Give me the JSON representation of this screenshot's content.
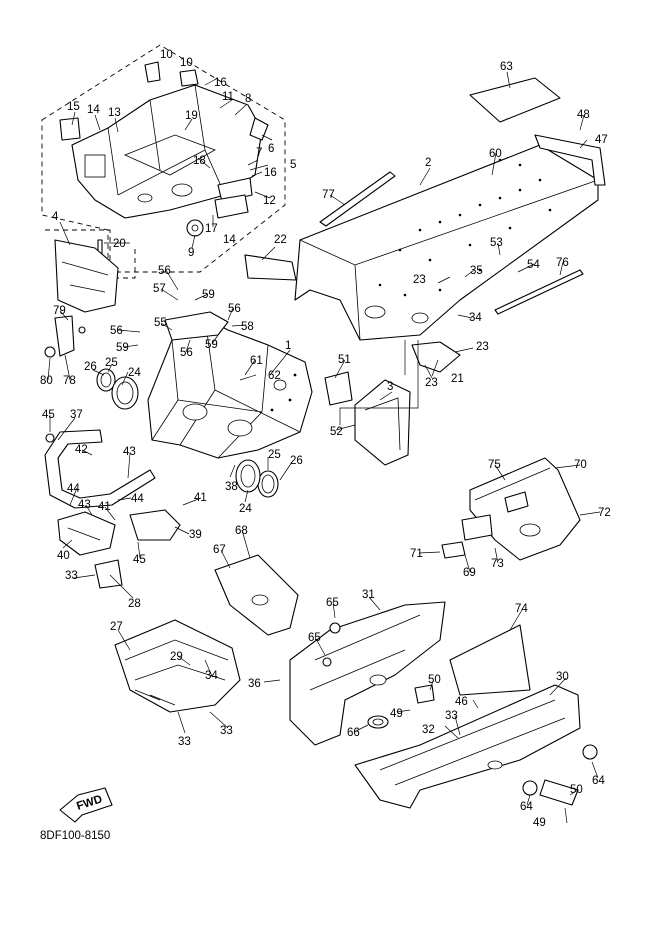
{
  "diagram": {
    "code": "8DF100-8150",
    "fwd_badge": "FWD",
    "callouts": [
      "1",
      "2",
      "3",
      "4",
      "5",
      "6",
      "7",
      "8",
      "9",
      "10",
      "10",
      "11",
      "12",
      "13",
      "14",
      "14",
      "15",
      "16",
      "16",
      "17",
      "18",
      "19",
      "20",
      "21",
      "22",
      "23",
      "23",
      "23",
      "24",
      "24",
      "25",
      "25",
      "26",
      "26",
      "27",
      "28",
      "29",
      "30",
      "31",
      "32",
      "33",
      "33",
      "33",
      "33",
      "34",
      "34",
      "35",
      "36",
      "37",
      "38",
      "39",
      "40",
      "41",
      "41",
      "42",
      "43",
      "43",
      "44",
      "44",
      "45",
      "45",
      "46",
      "47",
      "48",
      "49",
      "49",
      "50",
      "50",
      "51",
      "52",
      "53",
      "54",
      "55",
      "56",
      "56",
      "56",
      "56",
      "57",
      "58",
      "59",
      "59",
      "59",
      "60",
      "61",
      "62",
      "63",
      "64",
      "64",
      "65",
      "65",
      "66",
      "67",
      "68",
      "69",
      "70",
      "71",
      "72",
      "73",
      "74",
      "75",
      "76",
      "77",
      "78",
      "79",
      "80"
    ]
  }
}
